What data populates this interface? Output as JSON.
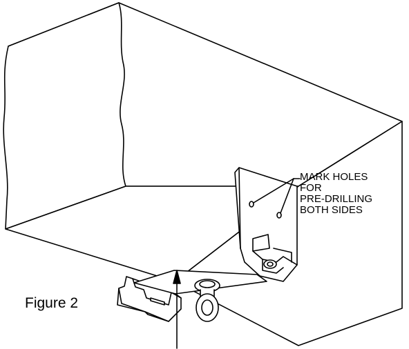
{
  "callout": {
    "lines": [
      "MARK HOLES",
      "FOR",
      "PRE-DRILLING",
      "BOTH SIDES"
    ]
  },
  "caption": "Figure 2",
  "colors": {
    "stroke": "#000000",
    "fill": "#ffffff"
  }
}
